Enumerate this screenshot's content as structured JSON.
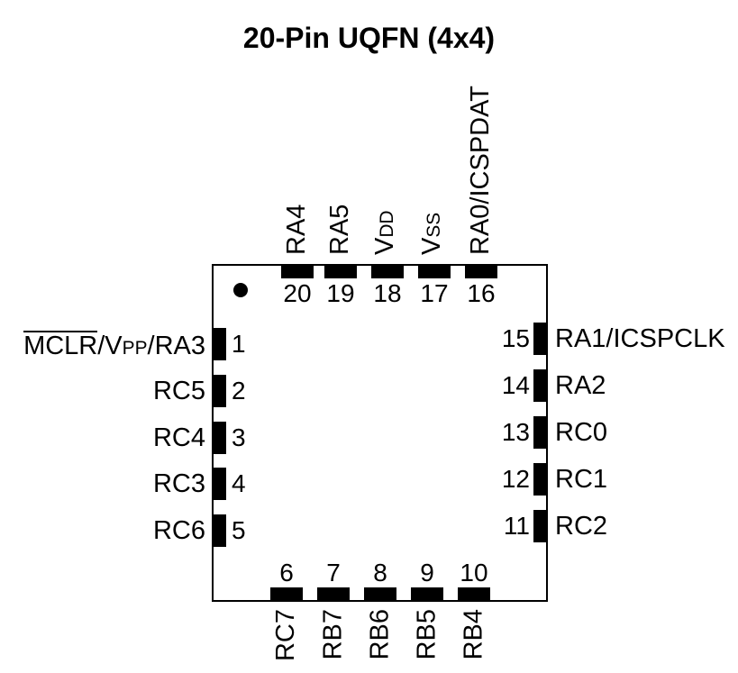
{
  "title": "20-Pin UQFN (4x4)",
  "colors": {
    "ink": "#000000",
    "paper": "#ffffff"
  },
  "package": {
    "type": "UQFN",
    "pin_count": "20",
    "pin1_marker": "filled-circle"
  },
  "pins": {
    "top": [
      {
        "num": "20",
        "parts": [
          {
            "t": "RA4"
          }
        ]
      },
      {
        "num": "19",
        "parts": [
          {
            "t": "RA5"
          }
        ]
      },
      {
        "num": "18",
        "parts": [
          {
            "t": "V"
          },
          {
            "t": "DD",
            "s": "sub"
          }
        ]
      },
      {
        "num": "17",
        "parts": [
          {
            "t": "V"
          },
          {
            "t": "SS",
            "s": "sub"
          }
        ]
      },
      {
        "num": "16",
        "parts": [
          {
            "t": "RA0/ICSPDAT"
          }
        ]
      }
    ],
    "left": [
      {
        "num": "1",
        "parts": [
          {
            "t": "MCLR",
            "s": "over"
          },
          {
            "t": "/V"
          },
          {
            "t": "PP",
            "s": "sub"
          },
          {
            "t": "/RA3"
          }
        ]
      },
      {
        "num": "2",
        "parts": [
          {
            "t": "RC5"
          }
        ]
      },
      {
        "num": "3",
        "parts": [
          {
            "t": "RC4"
          }
        ]
      },
      {
        "num": "4",
        "parts": [
          {
            "t": "RC3"
          }
        ]
      },
      {
        "num": "5",
        "parts": [
          {
            "t": "RC6"
          }
        ]
      }
    ],
    "right": [
      {
        "num": "15",
        "parts": [
          {
            "t": "RA1/ICSPCLK"
          }
        ]
      },
      {
        "num": "14",
        "parts": [
          {
            "t": "RA2"
          }
        ]
      },
      {
        "num": "13",
        "parts": [
          {
            "t": "RC0"
          }
        ]
      },
      {
        "num": "12",
        "parts": [
          {
            "t": "RC1"
          }
        ]
      },
      {
        "num": "11",
        "parts": [
          {
            "t": "RC2"
          }
        ]
      }
    ],
    "bottom": [
      {
        "num": "6",
        "parts": [
          {
            "t": "RC7"
          }
        ]
      },
      {
        "num": "7",
        "parts": [
          {
            "t": "RB7"
          }
        ]
      },
      {
        "num": "8",
        "parts": [
          {
            "t": "RB6"
          }
        ]
      },
      {
        "num": "9",
        "parts": [
          {
            "t": "RB5"
          }
        ]
      },
      {
        "num": "10",
        "parts": [
          {
            "t": "RB4"
          }
        ]
      }
    ]
  }
}
